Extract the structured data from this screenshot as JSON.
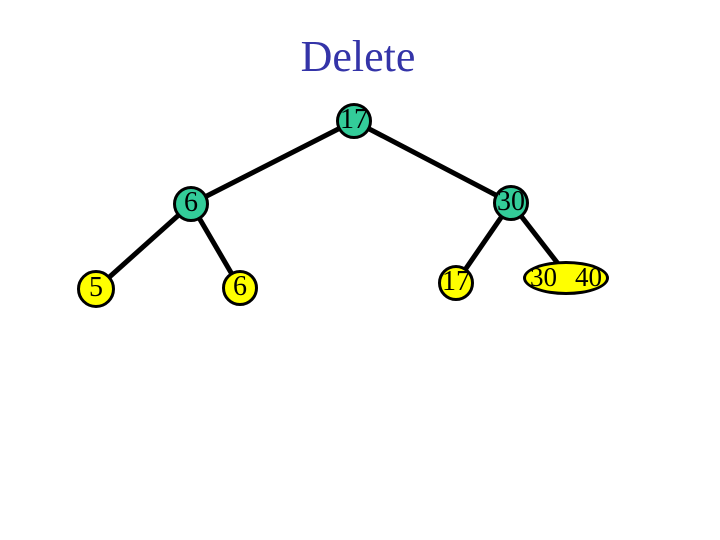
{
  "slide": {
    "title": "Delete"
  },
  "colors": {
    "background": "#ffffff",
    "title_text": "#3434a8",
    "internal_node_fill": "#33cc99",
    "leaf_node_fill": "#ffff00",
    "node_outline": "#000000",
    "edge": "#000000"
  },
  "tree": {
    "nodes": [
      {
        "id": "root-17",
        "label": "17",
        "type": "internal",
        "shape": "circle"
      },
      {
        "id": "internal-6",
        "label": "6",
        "type": "internal",
        "shape": "circle"
      },
      {
        "id": "internal-30",
        "label": "30",
        "type": "internal",
        "shape": "circle"
      },
      {
        "id": "leaf-5",
        "label": "5",
        "type": "leaf",
        "shape": "circle"
      },
      {
        "id": "leaf-6",
        "label": "6",
        "type": "leaf",
        "shape": "circle"
      },
      {
        "id": "leaf-17",
        "label": "17",
        "type": "leaf",
        "shape": "circle"
      },
      {
        "id": "leaf-30-40",
        "labels": [
          "30",
          "40"
        ],
        "type": "leaf",
        "shape": "ellipse"
      }
    ],
    "edges": [
      {
        "from": "root-17",
        "to": "internal-6"
      },
      {
        "from": "root-17",
        "to": "internal-30"
      },
      {
        "from": "internal-6",
        "to": "leaf-5"
      },
      {
        "from": "internal-6",
        "to": "leaf-6"
      },
      {
        "from": "internal-30",
        "to": "leaf-17"
      },
      {
        "from": "internal-30",
        "to": "leaf-30-40"
      }
    ]
  }
}
